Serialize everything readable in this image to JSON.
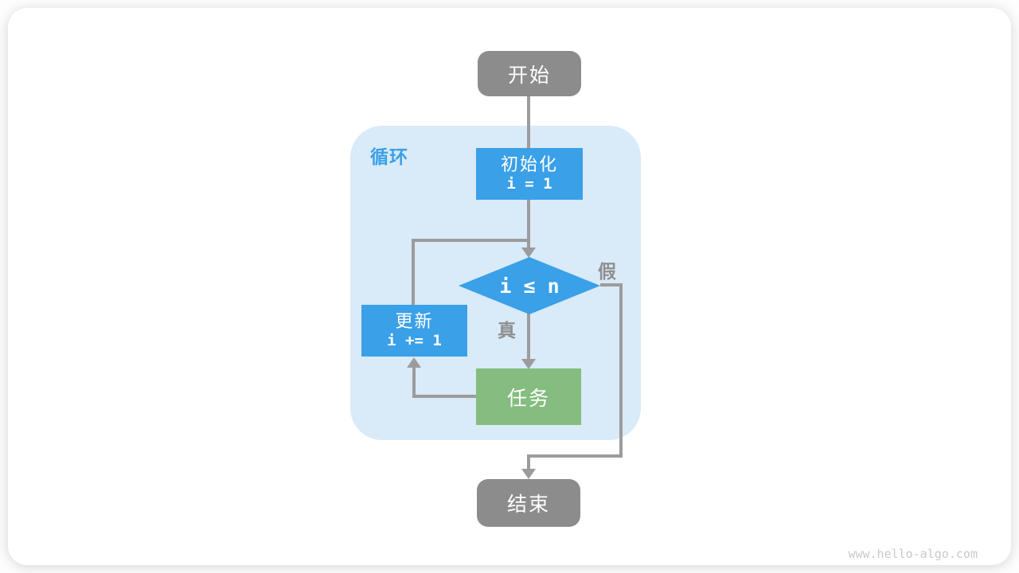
{
  "watermark": "www.hello-algo.com",
  "diagram": {
    "loop_label": "循环",
    "nodes": {
      "start": {
        "label": "开始"
      },
      "init": {
        "label": "初始化",
        "code": "i = 1"
      },
      "condition": {
        "label": "i ≤ n"
      },
      "update": {
        "label": "更新",
        "code": "i += 1"
      },
      "task": {
        "label": "任务"
      },
      "end": {
        "label": "结束"
      }
    },
    "branch_labels": {
      "true": "真",
      "false": "假"
    },
    "colors": {
      "node_blue": "#3aa0e8",
      "node_green": "#84bd7f",
      "node_gray": "#8c8c8c",
      "container_blue": "#d9eaf8",
      "line_gray": "#9c9c9c",
      "branch_label_gray": "#8f8f8f",
      "watermark_gray": "#c9c9c9"
    }
  }
}
